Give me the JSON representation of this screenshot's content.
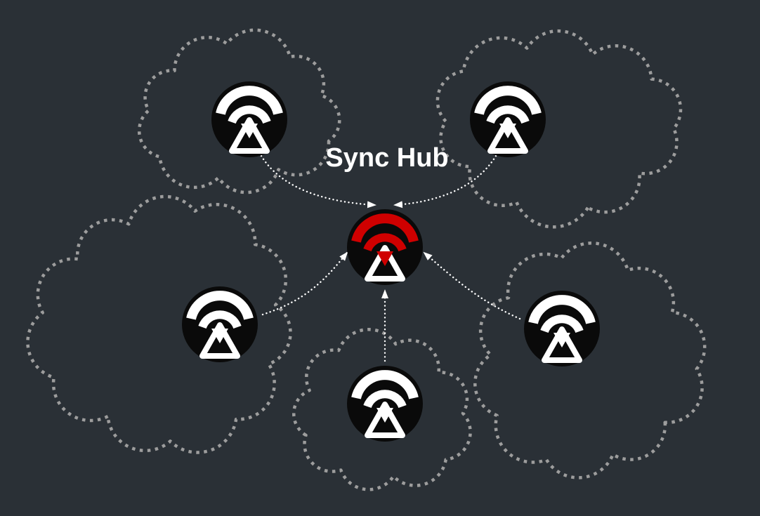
{
  "title": {
    "label": "Sync Hub"
  },
  "colors": {
    "background": "#2a3036",
    "cloud_outline": "#9d9d9d",
    "node_fill": "#0a0a0a",
    "icon_foreground": "#ffffff",
    "hub_accent": "#cf0000",
    "arrow": "#ffffff",
    "title_text": "#ffffff"
  },
  "hub": {
    "icon": "sync-hub-icon"
  },
  "satellites": [
    {
      "position": "top-left",
      "icon": "sync-device-icon"
    },
    {
      "position": "top-right",
      "icon": "sync-device-icon"
    },
    {
      "position": "mid-left",
      "icon": "sync-device-icon"
    },
    {
      "position": "mid-right",
      "icon": "sync-device-icon"
    },
    {
      "position": "bottom-center",
      "icon": "sync-device-icon"
    }
  ]
}
